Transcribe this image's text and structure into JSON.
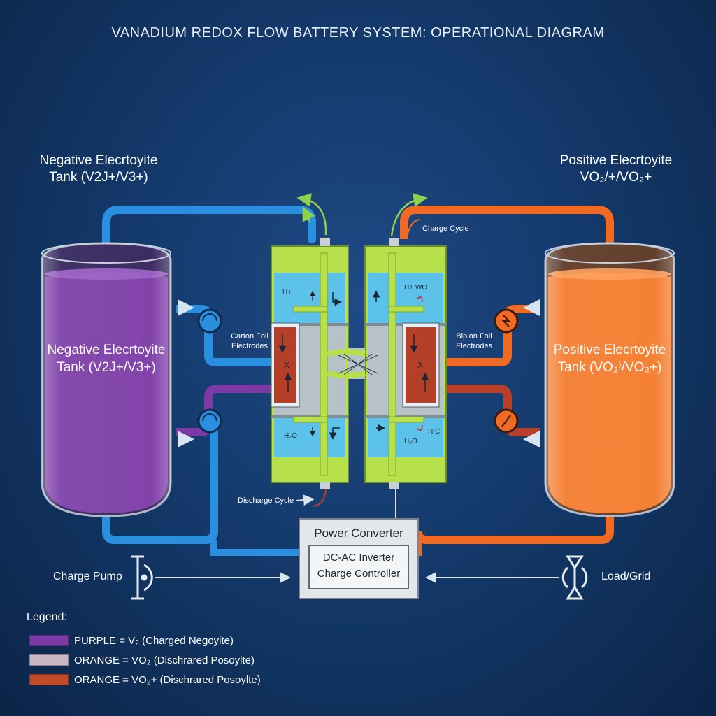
{
  "title": "VANADIUM REDOX FLOW BATTERY SYSTEM: OPERATIONAL DIAGRAM",
  "negative_tank": {
    "header_line1": "Negative Elecrtoyite",
    "header_line2": "Tank (V2J+/V3+)",
    "inner_line1": "Negative Elecrtoyite",
    "inner_line2": "Tank (V2J+/V3+)",
    "color": "#7b3aa6"
  },
  "positive_tank": {
    "header_line1": "Positive Elecrtoyite",
    "header_line2": "VO₂/+/VO₂+",
    "inner_line1": "Positive Elecrtoyite",
    "inner_line2": "Tank (VO₂⁾/VO₂+)",
    "color": "#f47a2a"
  },
  "stack_labels": {
    "carbon_felt_line1": "Carton Foll",
    "carbon_felt_line2": "Electrodes",
    "bipolar_line1": "Biplon Foll",
    "bipolar_line2": "Electrodes",
    "charge_cycle": "Charge Cycle",
    "discharge_cycle": "Discharge Cycle",
    "h_plus": "H+",
    "h_wo": "H+ WO",
    "h2o_left": "H₂O",
    "h2o_right": "H₂O",
    "hc_right": "H,C",
    "x_mark": "X"
  },
  "power_converter": {
    "title": "Power Converter",
    "line1": "DC-AC Inverter",
    "line2": "Charge Controller"
  },
  "charge_pump": "Charge Pump",
  "load_grid": "Load/Grid",
  "legend": {
    "title": "Legend:",
    "items": [
      {
        "color": "#7b3aa6",
        "label": "PURPLE = V₂ (Charged Negoyite)"
      },
      {
        "color": "#c9b8c4",
        "label": "ORANGE = VO₂ (Dischrared Posoylte)"
      },
      {
        "color": "#c24a2a",
        "label": "ORANGE = VO₂+ (Dischrared Posoylte)"
      }
    ]
  },
  "colors": {
    "blue_pipe": "#2b8fe0",
    "orange_pipe": "#f06a24",
    "purple_pipe": "#7b3aa6",
    "red_pipe": "#b8402a",
    "lime": "#b7e14a",
    "cell_blue": "#5cc2ea",
    "electrode": "#b5402a",
    "arrow_green": "#8fd14a"
  }
}
